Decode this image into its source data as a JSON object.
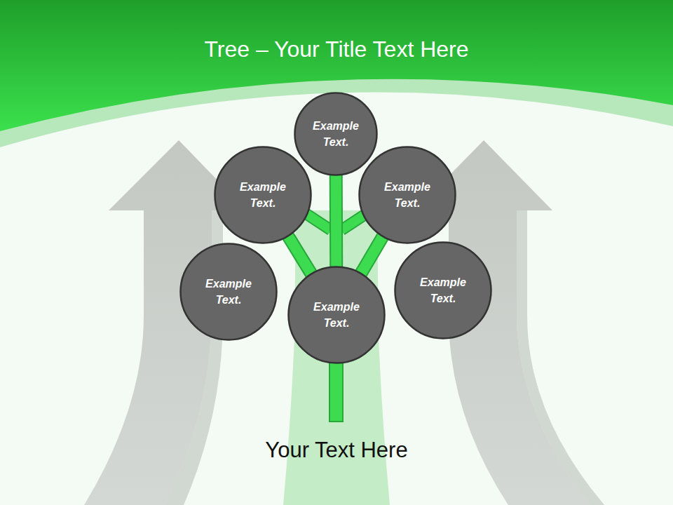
{
  "diagram": {
    "title": "Tree – Your Title Text Here",
    "caption": "Your Text Here",
    "nodes": [
      {
        "text": [
          "Example Text."
        ]
      },
      {
        "text": [
          "Example Text."
        ]
      },
      {
        "text": [
          "Example Text."
        ]
      },
      {
        "text": [
          "Example Text."
        ]
      },
      {
        "text": [
          "Example Text."
        ]
      },
      {
        "text": [
          "Example Text."
        ]
      }
    ],
    "edges": [
      {
        "from": 5,
        "to": 0,
        "arrow": "none"
      },
      {
        "from": 5,
        "to": 1,
        "arrow": "none"
      },
      {
        "from": 5,
        "to": 2,
        "arrow": "none"
      }
    ]
  }
}
